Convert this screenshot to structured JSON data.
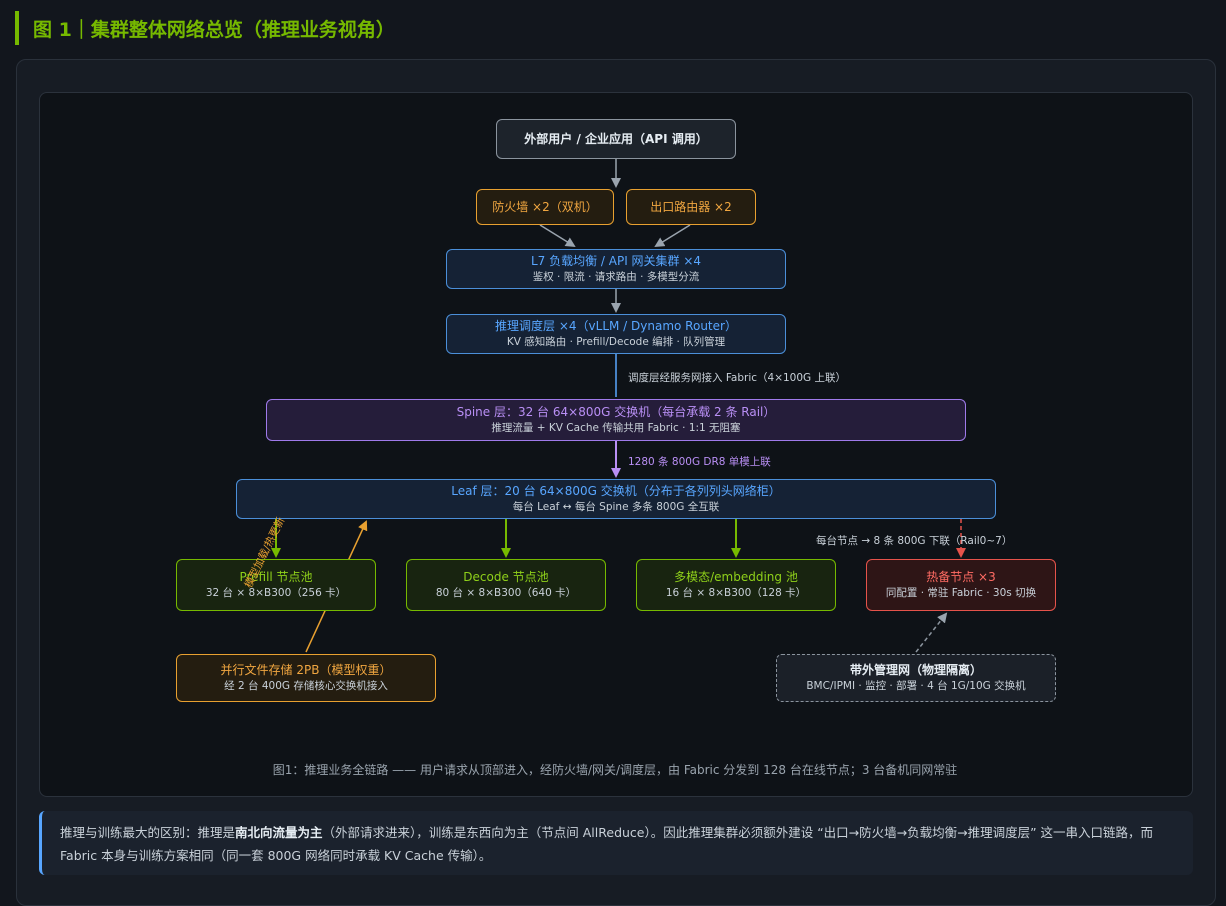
{
  "figure_title": "图 1｜集群整体网络总览（推理业务视角）",
  "nodes": {
    "external_users": "外部用户 / 企业应用（API 调用）",
    "firewall": "防火墙 ×2（双机）",
    "egress_router": "出口路由器 ×2",
    "lb": {
      "title": "L7 负载均衡 / API 网关集群 ×4",
      "sub": "鉴权 · 限流 · 请求路由 · 多模型分流"
    },
    "scheduler": {
      "title": "推理调度层 ×4（vLLM / Dynamo Router）",
      "sub": "KV 感知路由 · Prefill/Decode 编排 · 队列管理"
    },
    "spine": {
      "title": "Spine 层：32 台 64×800G 交换机（每台承载 2 条 Rail）",
      "sub": "推理流量 + KV Cache 传输共用 Fabric · 1:1 无阻塞"
    },
    "leaf": {
      "title": "Leaf 层：20 台 64×800G 交换机（分布于各列列头网络柜）",
      "sub": "每台 Leaf ↔ 每台 Spine 多条 800G 全互联"
    },
    "prefill": {
      "title": "Prefill 节点池",
      "sub": "32 台 × 8×B300（256 卡）"
    },
    "decode": {
      "title": "Decode 节点池",
      "sub": "80 台 × 8×B300（640 卡）"
    },
    "multimodal": {
      "title": "多模态/embedding 池",
      "sub": "16 台 × 8×B300（128 卡）"
    },
    "hotspare": {
      "title": "热备节点 ×3",
      "sub": "同配置 · 常驻 Fabric · 30s 切换"
    },
    "storage": {
      "title": "并行文件存储 2PB（模型权重）",
      "sub": "经 2 台 400G 存储核心交换机接入"
    },
    "oob": {
      "title": "带外管理网（物理隔离）",
      "sub": "BMC/IPMI · 监控 · 部署 · 4 台 1G/10G 交换机"
    }
  },
  "edge_labels": {
    "scheduler_fabric": "调度层经服务网接入 Fabric（4×100G 上联）",
    "spine_leaf": "1280 条 800G DR8 单模上联",
    "node_downlink": "每台节点 → 8 条 800G 下联（Rail0~7）",
    "storage_load": "模型加载/热更新"
  },
  "caption": "图1：推理业务全链路 —— 用户请求从顶部进入，经防火墙/网关/调度层，由 Fabric 分发到 128 台在线节点；3 台备机同网常驻",
  "note": {
    "p1": "推理与训练最大的区别：推理是",
    "p2": "南北向流量为主",
    "p3": "（外部请求进来），训练是东西向为主（节点间 AllReduce）。因此推理集群必须额外建设 “出口→防火墙→负载均衡→推理调度层” 这一串入口链路，而 Fabric 本身与训练方案相同（同一套 800G 网络同时承载 KV Cache 传输）。"
  },
  "colors": {
    "accent_green": "#76b900",
    "blue": "#58a6ff",
    "purple": "#b98ff5",
    "orange": "#f0a640",
    "red": "#ff6b63"
  }
}
